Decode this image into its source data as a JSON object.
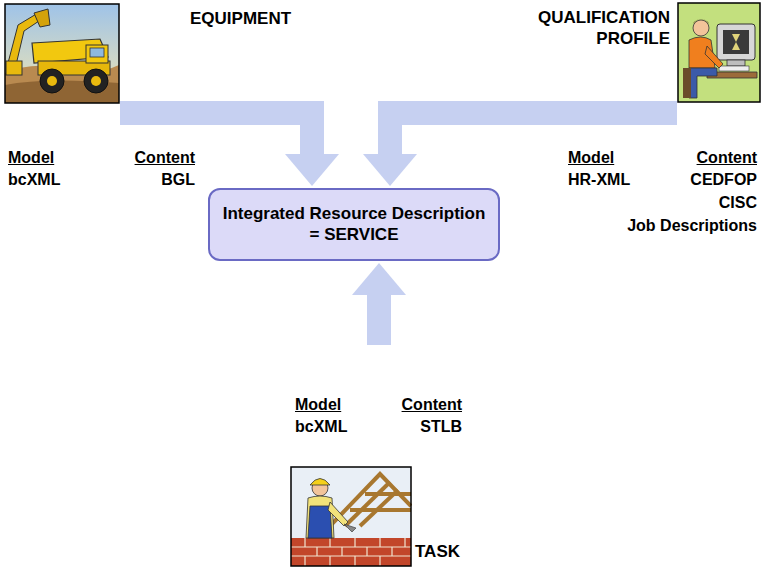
{
  "diagram": {
    "nodes": [
      {
        "text": [
          "EQUIPMENT"
        ]
      },
      {
        "text": [
          "QUALIFICATION PROFILE"
        ]
      },
      {
        "text": [
          "Integrated Resource Description = SERVICE"
        ]
      },
      {
        "text": [
          "TASK"
        ]
      }
    ],
    "edges": [
      {
        "from": 0,
        "to": 2,
        "arrow": "to"
      },
      {
        "from": 1,
        "to": 2,
        "arrow": "to"
      },
      {
        "from": 3,
        "to": 2,
        "arrow": "to"
      }
    ],
    "labels": [
      "Model",
      "Content",
      "bcXML",
      "BGL",
      "Model",
      "Content",
      "HR-XML",
      "CEDFOP",
      "CISC",
      "Job Descriptions",
      "Model",
      "Content",
      "bcXML",
      "STLB"
    ]
  }
}
